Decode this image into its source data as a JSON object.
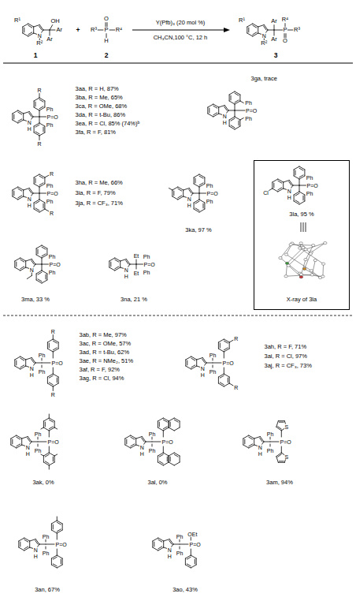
{
  "diagram": {
    "nodes": [
      {
        "text": [
          "3la, 95 %",
          "X-ray of 3la"
        ]
      }
    ],
    "labels": [
      "R¹",
      "N",
      "R²",
      "OH",
      "Ar",
      "Ar",
      "1",
      "+",
      "O",
      "R³",
      "P",
      "H",
      "R⁴",
      "2",
      "Y(Pfb)₃ (20 mol %)",
      "CH₃CN,100 °C, 12 h",
      "R¹",
      "N",
      "R²",
      "Ar",
      "Ar",
      "P",
      "R⁴",
      "R³",
      "O",
      "3",
      "N",
      "H",
      "R",
      "R",
      "Ph",
      "P=O",
      "Ph",
      "3aa, R = H, 87%",
      "3ba, R = Me, 65%",
      "3ca, R = OMe, 68%",
      "3da, R = t-Bu, 86%",
      "3ea, R = Cl, 85% (74%)ᵇ",
      "3fa, R = F, 81%",
      "N",
      "H",
      "Ph",
      "P=O",
      "Ph",
      "3ga, trace",
      "N",
      "H",
      "R",
      "R",
      "Ph",
      "P=O",
      "Ph",
      "3ha, R = Me, 66%",
      "3ia, R = F, 79%",
      "3ja, R = CF₃, 71%",
      "N",
      "H",
      "Ph",
      "P=O",
      "Ph",
      "3ka, 97 %",
      "Cl",
      "N",
      "H",
      "Ph",
      "P=O",
      "Ph",
      "N",
      "Ph",
      "P=O",
      "Ph",
      "3ma, 33 %",
      "N",
      "H",
      "Et",
      "Et",
      "Ph",
      "P=O",
      "Ph",
      "3na, 21 %",
      "N",
      "H",
      "Ph",
      "Ph",
      "P=O",
      "R",
      "R",
      "3ab, R = Me, 97%",
      "3ac, R = OMe, 57%",
      "3ad, R = t-Bu, 62%",
      "3ae, R = NMe₂, 51%",
      "3af, R = F, 92%",
      "3ag, R = Cl, 94%",
      "N",
      "H",
      "Ph",
      "Ph",
      "P=O",
      "R",
      "R",
      "3ah, R = F, 71%",
      "3ai, R = Cl, 97%",
      "3aj, R = CF₃, 73%",
      "N",
      "H",
      "Ph",
      "Ph",
      "P=O",
      "3ak, 0%",
      "N",
      "H",
      "Ph",
      "Ph",
      "P=O",
      "3al, 0%",
      "N",
      "H",
      "Ph",
      "Ph",
      "P=O",
      "S",
      "S",
      "3am, 94%",
      "N",
      "H",
      "Ph",
      "Ph",
      "P=O",
      "3an, 67%",
      "N",
      "H",
      "Ph",
      "Ph",
      "P=O",
      "OEt",
      "3ao, 43%"
    ]
  }
}
